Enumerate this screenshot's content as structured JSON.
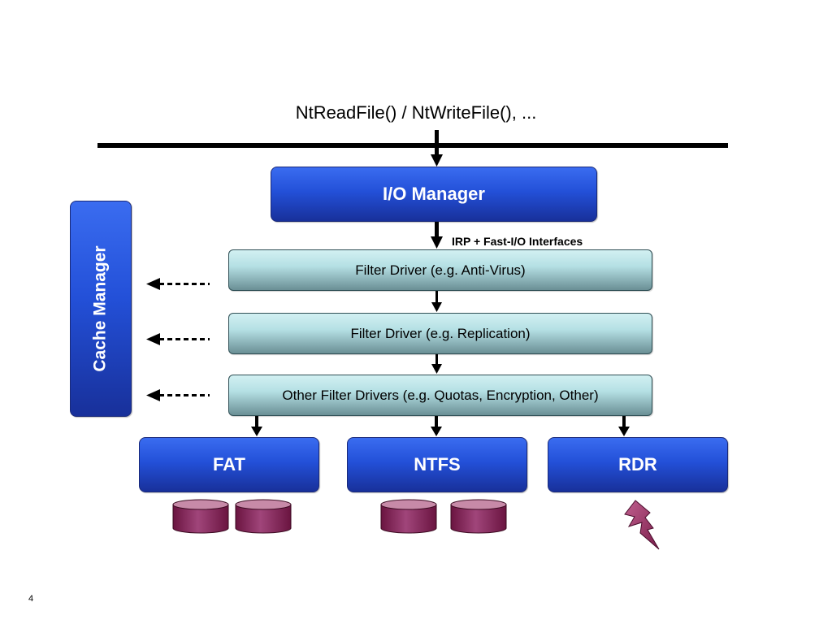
{
  "api_call_label": "NtReadFile() / NtWriteFile(), ...",
  "io_manager": {
    "label": "I/O Manager"
  },
  "irp_label": "IRP + Fast-I/O Interfaces",
  "cache_manager": {
    "label": "Cache Manager"
  },
  "filter_drivers": [
    {
      "label": "Filter Driver (e.g. Anti-Virus)"
    },
    {
      "label": "Filter Driver (e.g. Replication)"
    },
    {
      "label": "Other Filter Drivers (e.g. Quotas, Encryption, Other)"
    }
  ],
  "file_systems": [
    {
      "label": "FAT",
      "storage": "disk",
      "disk_count": 2
    },
    {
      "label": "NTFS",
      "storage": "disk",
      "disk_count": 2
    },
    {
      "label": "RDR",
      "storage": "network-lightning"
    }
  ],
  "page_number": "4",
  "colors": {
    "component_blue": "#2350d8",
    "filter_teal": "#b5e0e4",
    "disk_maroon": "#8e2a5c",
    "arrow": "#000000"
  }
}
